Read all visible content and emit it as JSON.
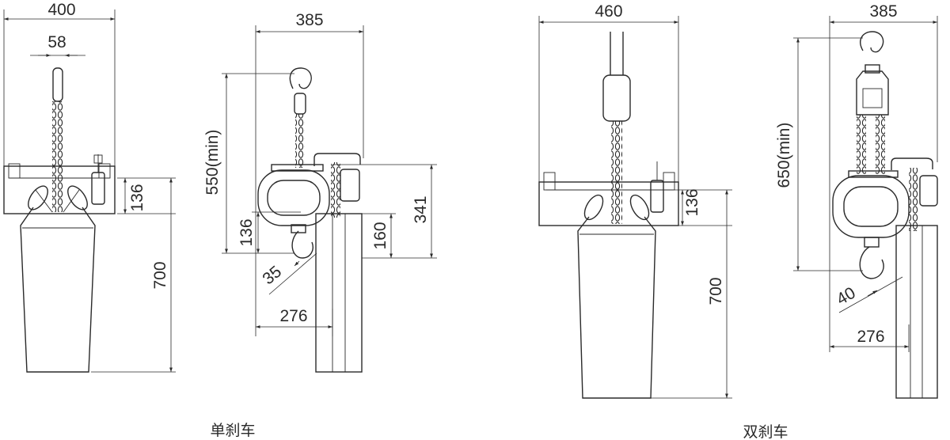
{
  "single_brake": {
    "caption": "单刹车",
    "front_view": {
      "width_label": "400",
      "chain_width_label": "58",
      "top_box_height_label": "136",
      "bag_height_label": "700"
    },
    "side_view": {
      "width_label": "385",
      "headroom_label": "550(min)",
      "height_341_label": "341",
      "height_160_label": "160",
      "height_136_label": "136",
      "hook_label": "35",
      "offset_label": "276"
    }
  },
  "double_brake": {
    "caption": "双刹车",
    "front_view": {
      "width_label": "460",
      "top_box_height_label": "136",
      "bag_height_label": "700"
    },
    "side_view": {
      "width_label": "385",
      "headroom_label": "650(min)",
      "hook_label": "40",
      "offset_label": "276"
    }
  }
}
